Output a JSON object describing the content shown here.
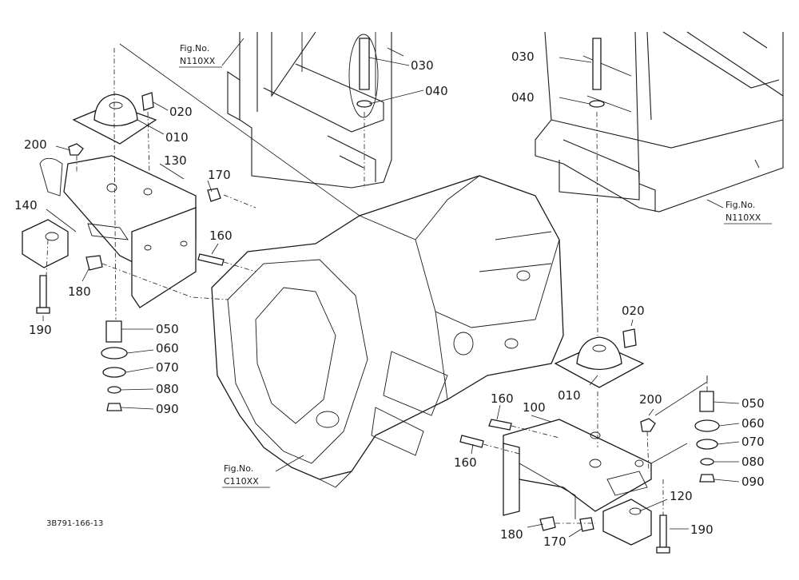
{
  "drawing_code": "3B791-166-13",
  "references": {
    "top_left": {
      "line1": "Fig.No.",
      "line2": "N110XX"
    },
    "top_right": {
      "line1": "Fig.No.",
      "line2": "N110XX"
    },
    "bottom": {
      "line1": "Fig.No.",
      "line2": "C110XX"
    }
  },
  "callouts": {
    "l_030": "030",
    "l_040": "040",
    "l_020": "020",
    "l_010": "010",
    "l_200": "200",
    "l_130": "130",
    "l_170": "170",
    "l_140": "140",
    "l_160": "160",
    "l_180": "180",
    "l_190": "190",
    "l_050": "050",
    "l_060": "060",
    "l_070": "070",
    "l_080": "080",
    "l_090": "090",
    "r_030": "030",
    "r_040": "040",
    "r_020": "020",
    "r_010": "010",
    "r_200": "200",
    "r_050": "050",
    "r_060": "060",
    "r_070": "070",
    "r_080": "080",
    "r_090": "090",
    "r_160a": "160",
    "r_100": "100",
    "r_160b": "160",
    "r_120": "120",
    "r_180": "180",
    "r_170": "170",
    "r_190": "190"
  }
}
